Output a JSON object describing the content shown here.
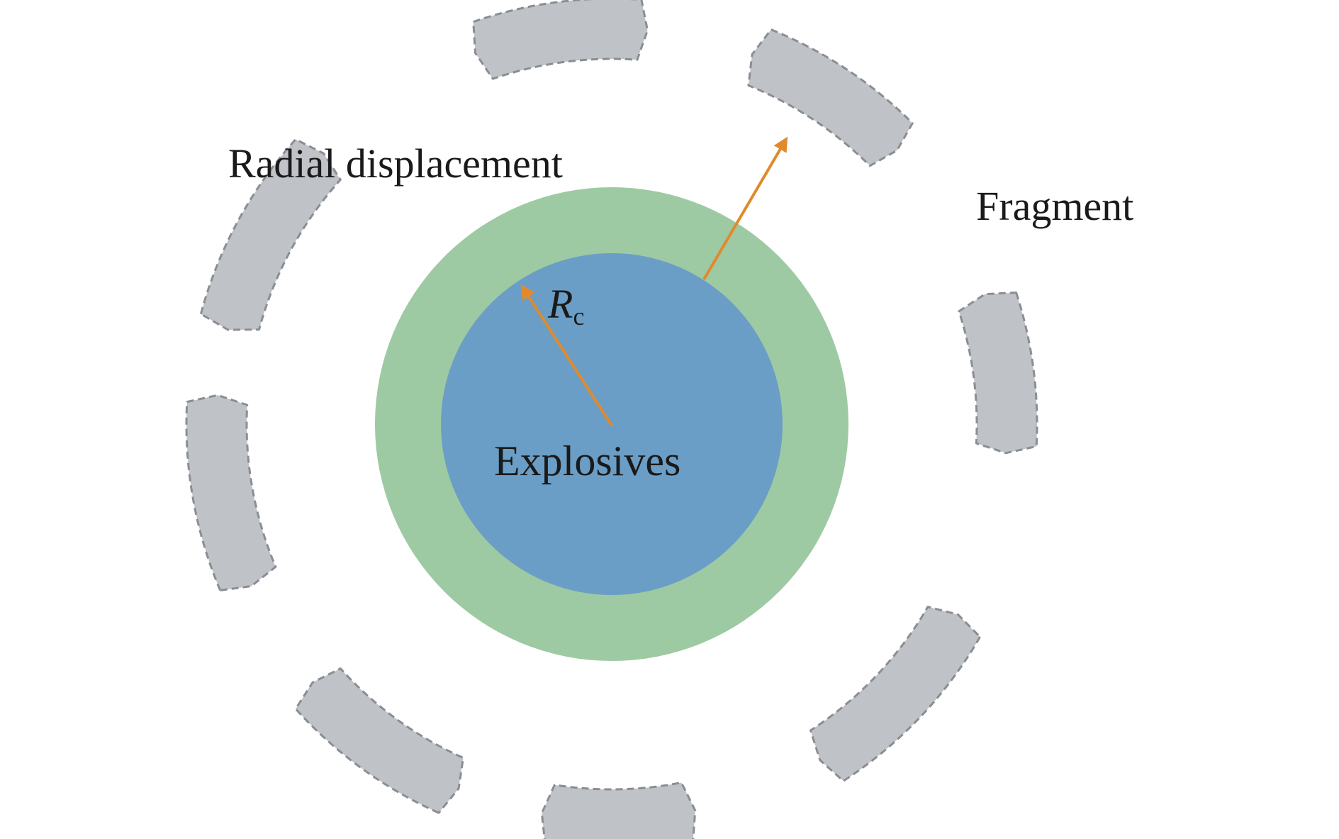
{
  "diagram": {
    "labels": {
      "radial_displacement": "Radial displacement",
      "fragment": "Fragment",
      "explosives": "Explosives",
      "radius_symbol": "R",
      "radius_subscript": "c"
    },
    "colors": {
      "background": "#ffffff",
      "fragment_fill": "#bfc3c8",
      "fragment_stroke": "#8a8e94",
      "casing": "#9dcaa2",
      "explosive_core": "#6b9ec6",
      "arrow": "#e08a2c",
      "text": "#1a1a1a"
    },
    "fragment_count": 8
  }
}
